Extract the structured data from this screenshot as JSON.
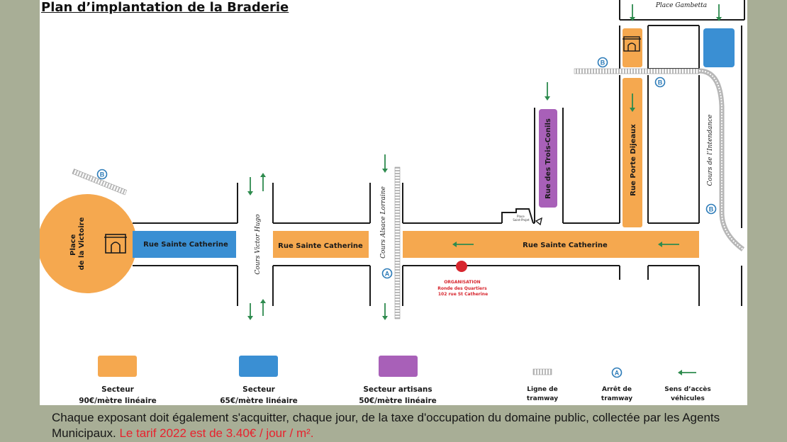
{
  "title": "Plan d’implantation de la Braderie",
  "colors": {
    "orange": "#f5a84f",
    "blue": "#3a8fd3",
    "purple": "#a860b8",
    "arrow": "#2e8b4e",
    "tram_stop": "#2c7bb8",
    "org_dot": "#d7262e",
    "highlight_red": "#e8222e",
    "frame": "#a8ae96"
  },
  "places": {
    "victoire": [
      "Place",
      "de la Victoire"
    ],
    "gambetta": "Place Gambetta",
    "saint_projet": [
      "Place",
      "Saint-Projet"
    ]
  },
  "streets": {
    "ste_catherine_blue": "Rue Sainte Catherine",
    "ste_catherine_mid": "Rue Sainte Catherine",
    "ste_catherine_main": "Rue Sainte Catherine",
    "victor_hugo": "Cours Victor Hugo",
    "alsace_lorraine": "Cours Alsace Lorraine",
    "trois_conils": "Rue des Trois-Conils",
    "porte_dijeaux": "Rue Porte Dijeaux",
    "intendance": "Cours de l’Intendance"
  },
  "tram_stops": {
    "a": "A",
    "b": "B"
  },
  "organisation": [
    "ORGANISATION",
    "Ronde des Quartiers",
    "102 rue St Catherine"
  ],
  "icons": {
    "monument": "arch-monument-icon",
    "organisation": "location-dot-icon",
    "tram_line": "tram-rail-icon",
    "tram_stop": "tram-stop-badge-icon",
    "direction": "arrow-left-icon"
  },
  "legend": {
    "sector_orange": [
      "Secteur",
      "90€/mètre linéaire"
    ],
    "sector_blue": [
      "Secteur",
      "65€/mètre linéaire"
    ],
    "sector_purple": [
      "Secteur artisans",
      "50€/mètre linéaire"
    ],
    "tram_line": [
      "Ligne de",
      "tramway"
    ],
    "tram_stop": [
      "Arrêt de",
      "tramway"
    ],
    "vehicle_access": [
      "Sens d’accès",
      "véhicules"
    ]
  },
  "footer": {
    "text": "Chaque exposant doit également s'acquitter, chaque jour, de la taxe d'occupation du domaine public, collectée par les Agents Municipaux.",
    "highlight": "Le tarif 2022 est de 3.40€ / jour / m²."
  }
}
